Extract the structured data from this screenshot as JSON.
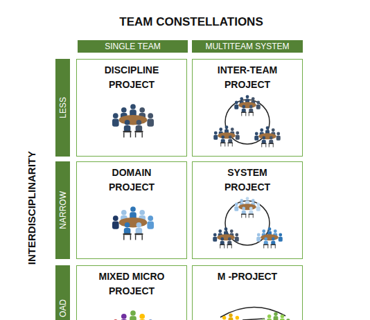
{
  "diagram": {
    "title": "TEAM CONSTELLATIONS",
    "nodes": [
      {
        "text": [
          "SINGLE TEAM"
        ]
      },
      {
        "text": [
          "MULTITEAM SYSTEM"
        ]
      },
      {
        "text": [
          "LESS"
        ]
      },
      {
        "text": [
          "DISCIPLINE PROJECT"
        ]
      },
      {
        "text": [
          "INTER-TEAM PROJECT"
        ]
      },
      {
        "text": [
          "NARROW"
        ]
      },
      {
        "text": [
          "DOMAIN PROJECT"
        ]
      },
      {
        "text": [
          "SYSTEM PROJECT"
        ]
      },
      {
        "text": [
          "OAD"
        ]
      },
      {
        "text": [
          "MIXED MICRO PROJECT"
        ]
      },
      {
        "text": [
          "M -PROJECT"
        ]
      }
    ],
    "labels": [
      "INTERDISCIPLINARITY"
    ]
  }
}
